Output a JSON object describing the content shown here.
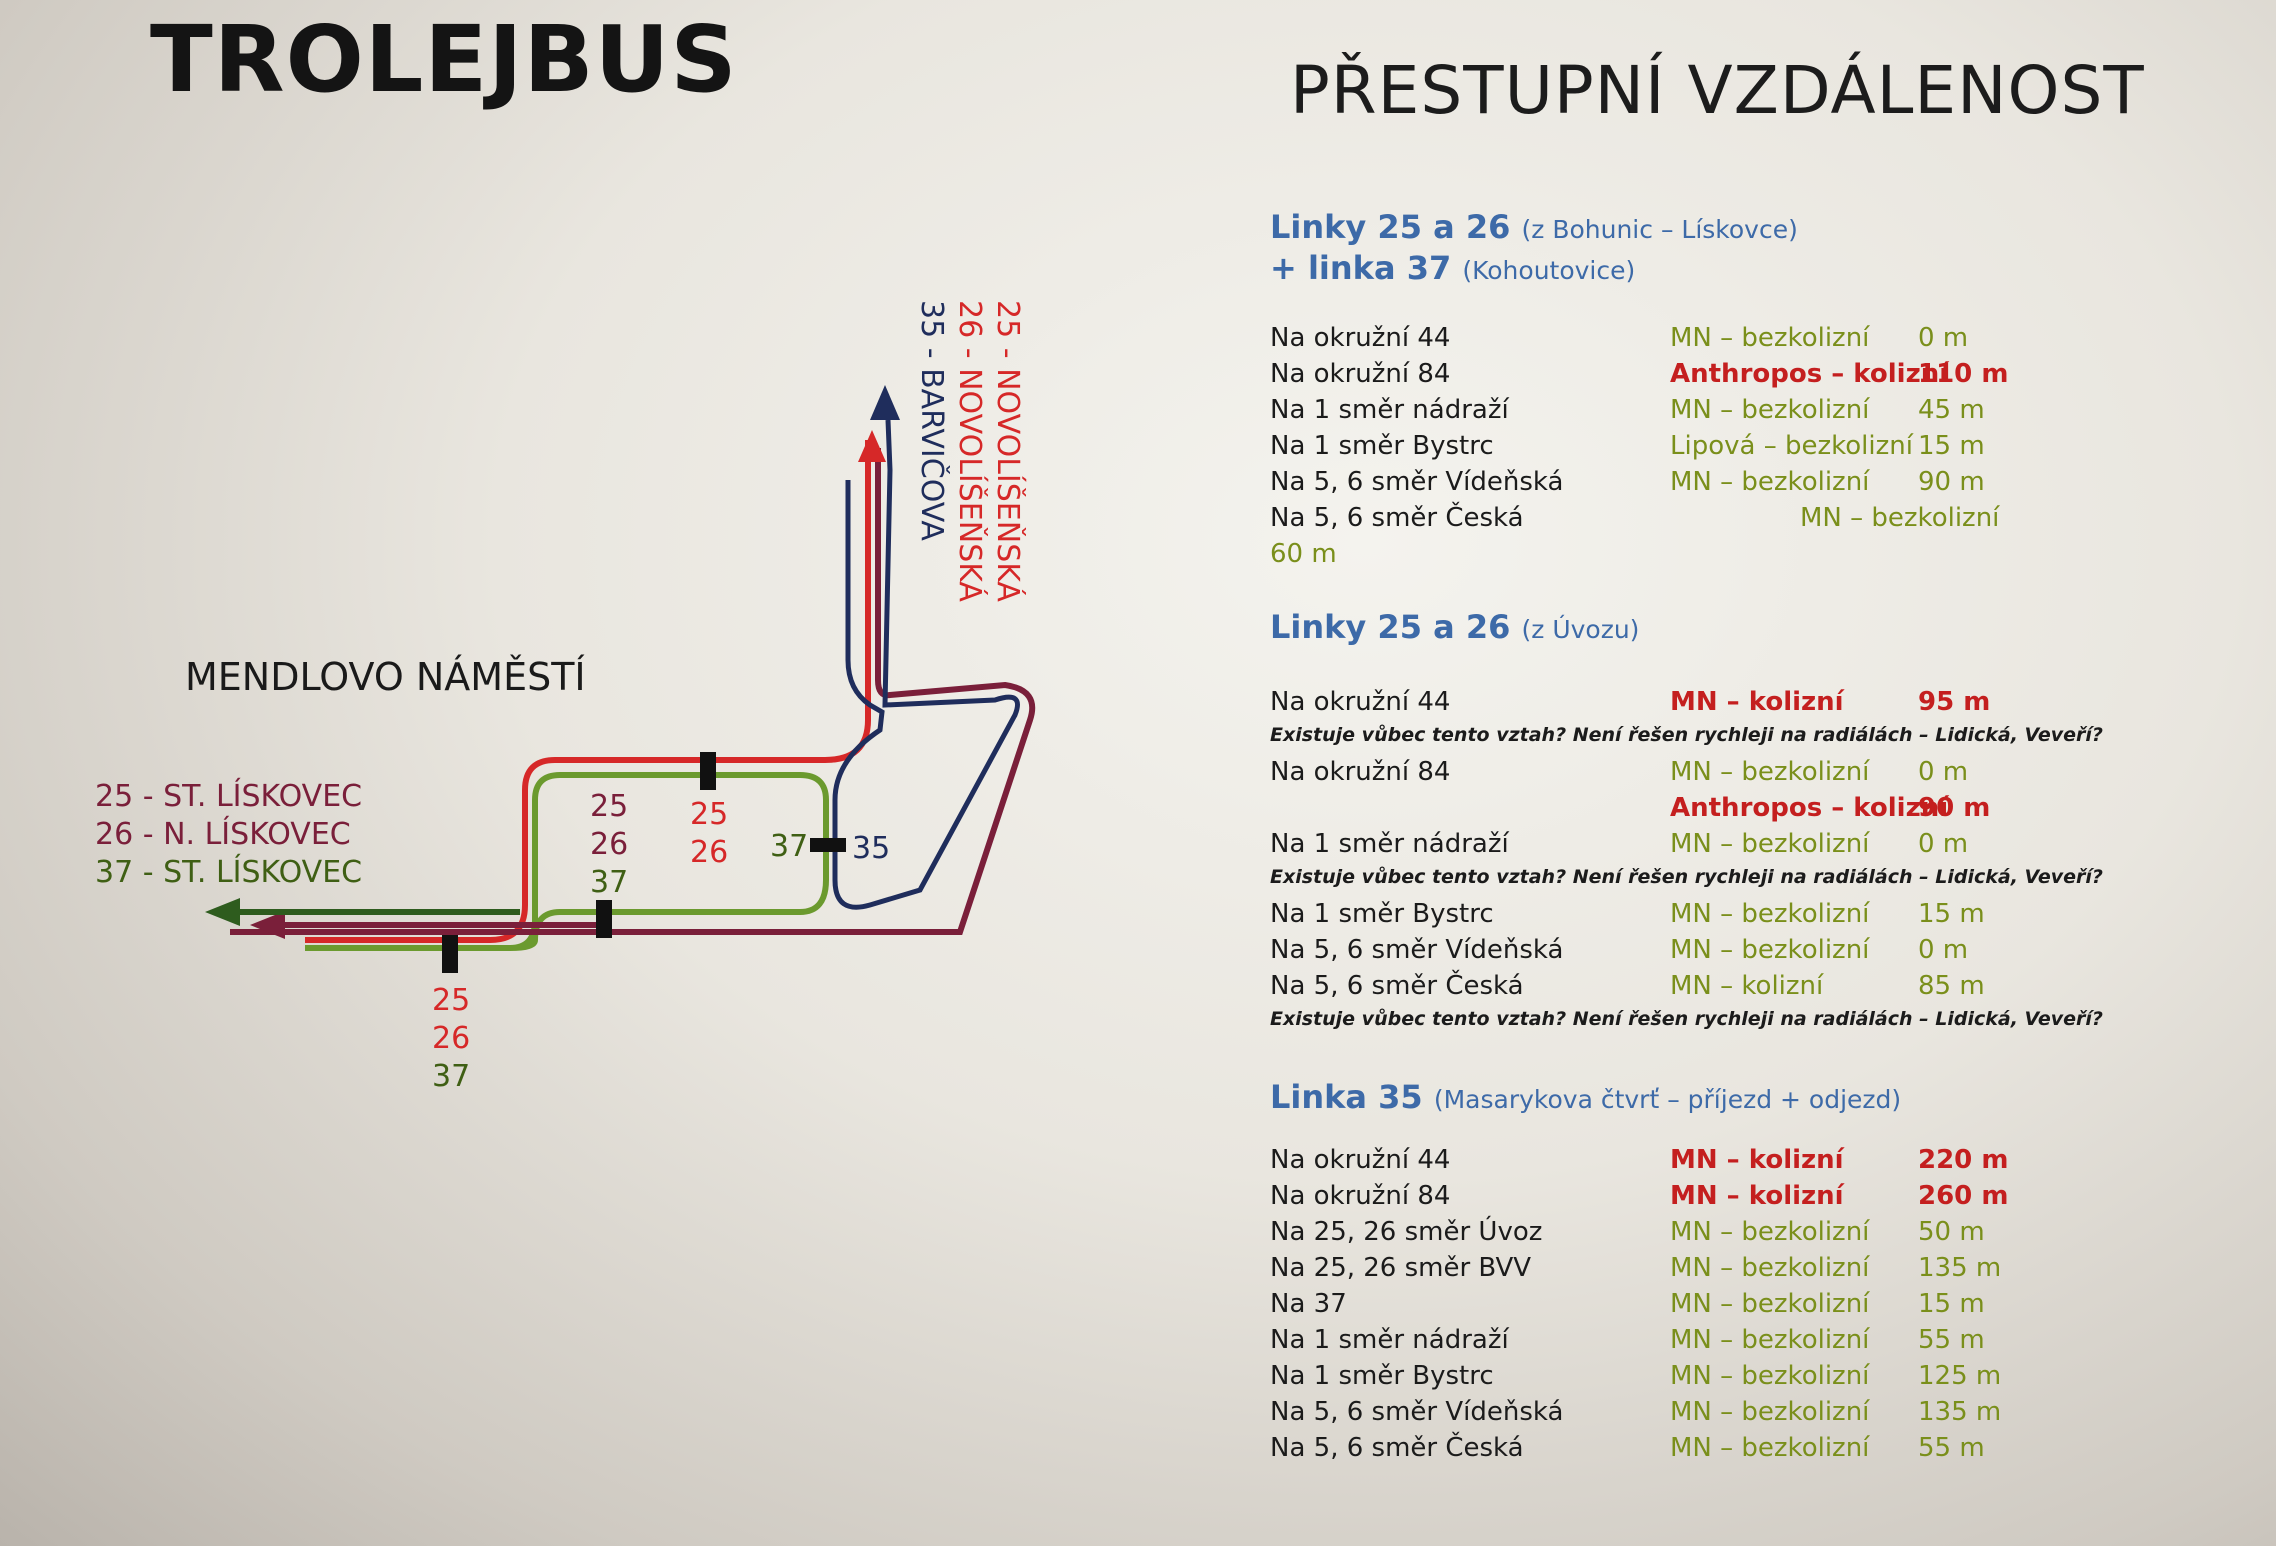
{
  "header": {
    "title": "TROLEJBUS",
    "right_title": "PŘESTUPNÍ VZDÁLENOST"
  },
  "colors": {
    "red": "#d62828",
    "maroon": "#7a1f3a",
    "green": "#6b9a2e",
    "navy": "#1f2d5c",
    "title_blue": "#3d6aa8",
    "ok_olive": "#7a8f1b",
    "bad_red": "#c41f1f"
  },
  "map": {
    "square_name": "MENDLOVO NÁMĚSTÍ",
    "left_destinations": [
      "25 - ST. LÍSKOVEC",
      "26 - N. LÍSKOVEC",
      "37 - ST. LÍSKOVEC"
    ],
    "top_destinations": [
      "25 - NOVOLÍŠEŇSKÁ",
      "26 - NOVOLÍŠEŇSKÁ",
      "35 - BARVIČOVA"
    ],
    "stop_labels": {
      "left_stop": [
        "25",
        "26",
        "37"
      ],
      "middle_stop": [
        "25",
        "26",
        "37"
      ],
      "top_stop": [
        "25",
        "26"
      ],
      "right_stop_a": "37",
      "right_stop_b": "35"
    }
  },
  "transfers": [
    {
      "title": "Linky 25 a 26",
      "subtitle": "(z Bohunic – Lískovce)",
      "title2": "+ linka 37",
      "subtitle2": "(Kohoutovice)",
      "rows": [
        {
          "dest": "Na okružní 44",
          "link": "MN – bezkolizní",
          "dist": "0 m",
          "status": "ok"
        },
        {
          "dest": "Na okružní 84",
          "link": "Anthropos – kolizní",
          "dist": "110 m",
          "status": "bad"
        },
        {
          "dest": "Na 1 směr nádraží",
          "link": "MN – bezkolizní",
          "dist": "45 m",
          "status": "ok"
        },
        {
          "dest": "Na 1 směr Bystrc",
          "link": "Lipová – bezkolizní",
          "dist": "15 m",
          "status": "ok"
        },
        {
          "dest": "Na 5, 6 směr Vídeňská",
          "link": "MN – bezkolizní",
          "dist": "90 m",
          "status": "ok"
        },
        {
          "dest": "Na 5, 6 směr Česká",
          "link": "MN – bezkolizní",
          "dist": "60 m",
          "status": "ok"
        }
      ]
    },
    {
      "title": "Linky 25 a 26",
      "subtitle": "(z Úvozu)",
      "rows": [
        {
          "dest": "Na okružní 44",
          "link": "MN – kolizní",
          "dist": "95 m",
          "status": "bad"
        },
        {
          "dest": "Na okružní 84",
          "link": "MN – bezkolizní",
          "dist": "0 m",
          "status": "ok"
        },
        {
          "dest": "",
          "link": "Anthropos – kolizní",
          "dist": "90 m",
          "status": "bad"
        },
        {
          "dest": "Na 1 směr nádraží",
          "link": "MN – bezkolizní",
          "dist": "0 m",
          "status": "ok"
        },
        {
          "dest": "Na 1 směr Bystrc",
          "link": "MN – bezkolizní",
          "dist": "15 m",
          "status": "ok"
        },
        {
          "dest": "Na 5, 6 směr Vídeňská",
          "link": "MN – bezkolizní",
          "dist": "0 m",
          "status": "ok"
        },
        {
          "dest": "Na 5, 6 směr Česká",
          "link": "MN – kolizní",
          "dist": "85 m",
          "status": "ok"
        }
      ],
      "note": "Existuje vůbec tento vztah? Není řešen rychleji na radiálách – Lidická, Veveří?"
    },
    {
      "title": "Linka 35",
      "subtitle": "(Masarykova čtvrť – příjezd + odjezd)",
      "rows": [
        {
          "dest": "Na okružní 44",
          "link": "MN – kolizní",
          "dist": "220 m",
          "status": "bad"
        },
        {
          "dest": "Na okružní 84",
          "link": "MN – kolizní",
          "dist": "260 m",
          "status": "bad"
        },
        {
          "dest": "Na 25, 26 směr Úvoz",
          "link": "MN – bezkolizní",
          "dist": "50 m",
          "status": "ok"
        },
        {
          "dest": "Na 25, 26 směr BVV",
          "link": "MN – bezkolizní",
          "dist": "135 m",
          "status": "ok"
        },
        {
          "dest": "Na 37",
          "link": "MN – bezkolizní",
          "dist": "15 m",
          "status": "ok"
        },
        {
          "dest": "Na 1 směr nádraží",
          "link": "MN – bezkolizní",
          "dist": "55 m",
          "status": "ok"
        },
        {
          "dest": "Na 1 směr Bystrc",
          "link": "MN – bezkolizní",
          "dist": "125 m",
          "status": "ok"
        },
        {
          "dest": "Na 5, 6 směr Vídeňská",
          "link": "MN – bezkolizní",
          "dist": "135 m",
          "status": "ok"
        },
        {
          "dest": "Na 5, 6 směr Česká",
          "link": "MN – bezkolizní",
          "dist": "55 m",
          "status": "ok"
        }
      ]
    }
  ]
}
